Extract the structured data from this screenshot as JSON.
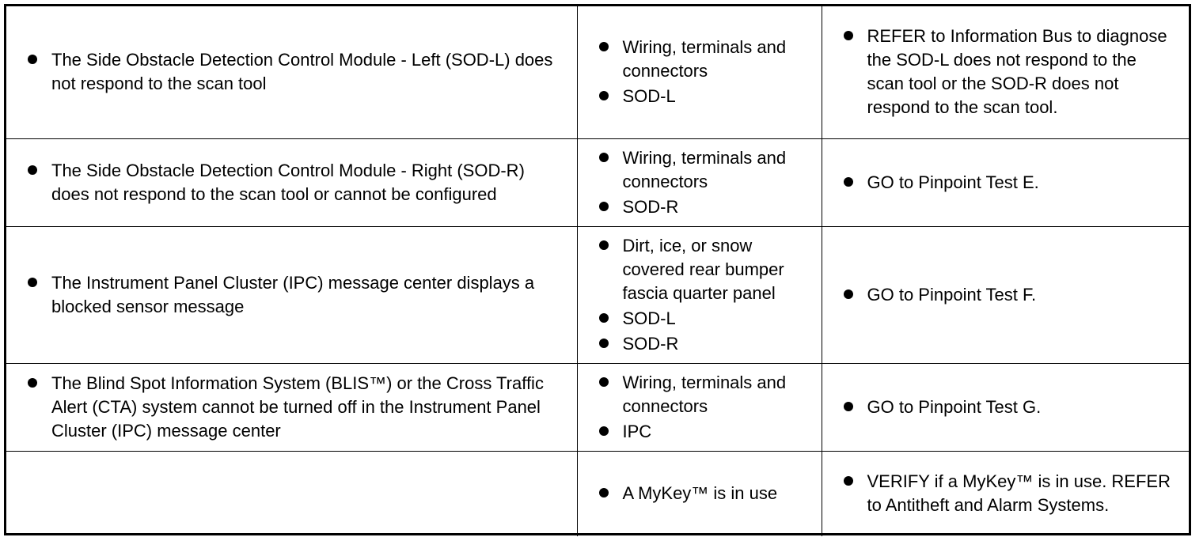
{
  "rows": [
    {
      "condition": "The Side Obstacle Detection Control Module - Left (SOD-L) does not respond to the scan tool",
      "causes": [
        "Wiring, terminals and connectors",
        "SOD-L"
      ],
      "action": "REFER to Information Bus to diagnose the SOD-L does not respond to the scan tool or the SOD-R does not respond to the scan tool."
    },
    {
      "condition": "The Side Obstacle Detection Control Module - Right (SOD-R) does not respond to the scan tool or cannot be configured",
      "causes": [
        "Wiring, terminals and connectors",
        "SOD-R"
      ],
      "action": "GO to Pinpoint Test E."
    },
    {
      "condition": "The Instrument Panel Cluster (IPC) message center displays a blocked sensor message",
      "causes": [
        "Dirt, ice, or snow covered rear bumper fascia quarter panel",
        "SOD-L",
        "SOD-R"
      ],
      "action": "GO to Pinpoint Test F."
    },
    {
      "condition": "The Blind Spot Information System (BLIS™) or the Cross Traffic Alert (CTA) system cannot be turned off in the Instrument Panel Cluster (IPC) message center",
      "causes": [
        "Wiring, terminals and connectors",
        "IPC"
      ],
      "action": "GO to Pinpoint Test G."
    },
    {
      "condition": "",
      "causes": [
        "A MyKey™ is in use"
      ],
      "action": "VERIFY if a MyKey™ is in use. REFER to Antitheft and Alarm Systems."
    }
  ]
}
